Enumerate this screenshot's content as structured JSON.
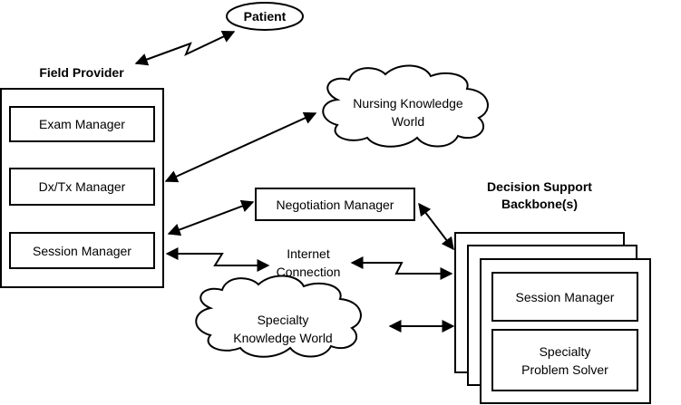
{
  "patient": {
    "label": "Patient"
  },
  "field_provider": {
    "title": "Field Provider",
    "modules": [
      {
        "label": "Exam Manager"
      },
      {
        "label": "Dx/Tx Manager"
      },
      {
        "label": "Session Manager"
      }
    ]
  },
  "nursing_cloud": {
    "line1": "Nursing Knowledge",
    "line2": "World"
  },
  "negotiation_manager": {
    "label": "Negotiation Manager"
  },
  "internet": {
    "line1": "Internet",
    "line2": "Connection"
  },
  "specialty_cloud": {
    "line1": "Specialty",
    "line2": "Knowledge World"
  },
  "backbone": {
    "title_line1": "Decision Support",
    "title_line2": "Backbone(s)",
    "modules": [
      {
        "label": "Session Manager"
      },
      {
        "line1": "Specialty",
        "line2": "Problem Solver"
      }
    ]
  }
}
